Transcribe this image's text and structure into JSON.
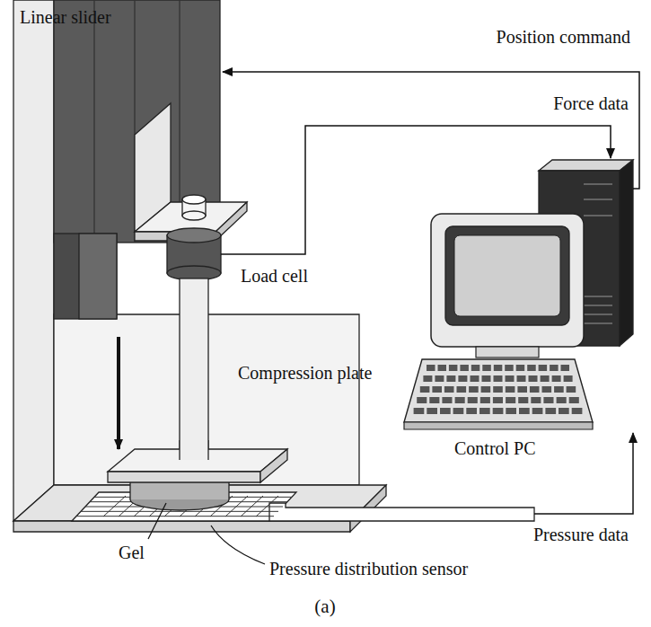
{
  "diagram": {
    "caption": "(a)",
    "labels": [
      "Linear slider",
      "Position command",
      "Force data",
      "Load cell",
      "Compression plate",
      "Control PC",
      "Pressure data",
      "Gel",
      "Pressure distribution sensor"
    ]
  }
}
